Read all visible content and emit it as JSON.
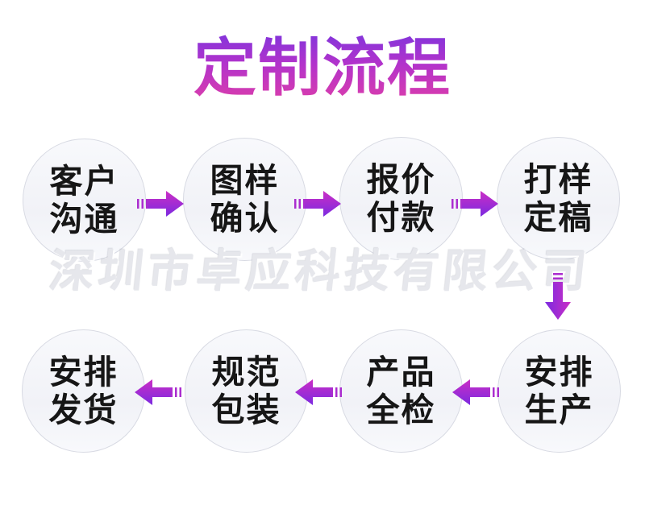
{
  "title": {
    "text": "定制流程"
  },
  "watermark": {
    "text": "深圳市卓应科技有限公司"
  },
  "flow": {
    "steps": [
      {
        "id": "step-1",
        "line1": "客户",
        "line2": "沟通"
      },
      {
        "id": "step-2",
        "line1": "图样",
        "line2": "确认"
      },
      {
        "id": "step-3",
        "line1": "报价",
        "line2": "付款"
      },
      {
        "id": "step-4",
        "line1": "打样",
        "line2": "定稿"
      },
      {
        "id": "step-5",
        "line1": "安排",
        "line2": "生产"
      },
      {
        "id": "step-6",
        "line1": "产品",
        "line2": "全检"
      },
      {
        "id": "step-7",
        "line1": "规范",
        "line2": "包装"
      },
      {
        "id": "step-8",
        "line1": "安排",
        "line2": "发货"
      }
    ],
    "arrow_directions": [
      "right",
      "right",
      "right",
      "down",
      "left",
      "left",
      "left"
    ]
  },
  "colors": {
    "background": "#ffffff",
    "title-top": "#6b35e3",
    "title-mid": "#b333cb",
    "title-bottom": "#e13fa6",
    "arrow-top": "#cb2ec5",
    "arrow-bottom": "#7b2ae0",
    "arrow-mid-1": "#b22dcd",
    "arrow-mid-2": "#942cd8",
    "arrow-stripe": "#ab2dcf",
    "circle-fill": "#f1f2f7",
    "circle-fill-light": "#f8f9fc",
    "circle-border": "#d8dae3",
    "step-text": "#161616",
    "watermark": "#e6e7ec"
  }
}
